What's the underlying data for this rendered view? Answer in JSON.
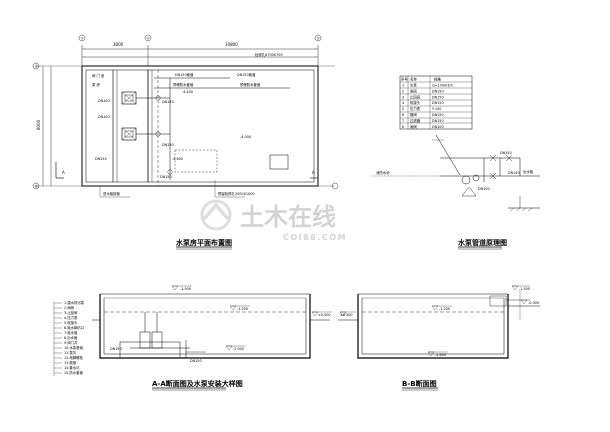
{
  "titles": {
    "plan": "水泵房平面布置图",
    "schematic": "水泵管道原理图",
    "section_aa": "A-A断面图及水泵安装大样图",
    "section_bb": "B-B断面图"
  },
  "plan": {
    "dims_top": [
      "3000",
      "10800"
    ],
    "overall_dim_top": "",
    "dim_left": "8000",
    "dn100_labels": [
      "DN100",
      "DN100"
    ],
    "dn150_labels": [
      "DN150",
      "DN150",
      "DN150"
    ],
    "dn150_bot": "DN150",
    "dn150_top_labels": [
      "DN150管道",
      "DN150管道"
    ],
    "elev_labels": [
      "-4.400",
      "-4.000",
      "-4.600"
    ],
    "pipe_notes": [
      "预埋防水套管",
      "预埋防水套管"
    ],
    "hatch_note": "检修孔6700X700",
    "valve_room": "阀 门 室",
    "pump_room": "泵 房",
    "bottom_note": "预留检修孔2000X1000",
    "side_note": "进水管接管",
    "axis_labels": [
      "A",
      "A"
    ],
    "grid_bubbles": [
      "①",
      "②",
      "③",
      "Ⓐ",
      "Ⓑ"
    ]
  },
  "schematic": {
    "table_header": [
      "序号",
      "名称",
      "规格"
    ],
    "table_rows": [
      [
        "1",
        "水泵",
        "Q=100m3/h"
      ],
      [
        "2",
        "闸阀",
        "DN150"
      ],
      [
        "3",
        "止回阀",
        "DN150"
      ],
      [
        "4",
        "软接头",
        "DN150"
      ],
      [
        "5",
        "压力表",
        "Y-100"
      ],
      [
        "6",
        "蝶阀",
        "DN150"
      ],
      [
        "7",
        "过滤器",
        "DN150"
      ],
      [
        "8",
        "闸阀",
        "DN100"
      ]
    ],
    "labels": [
      "DN150",
      "DN150",
      "DN100"
    ],
    "left_label": "消防水池",
    "right_label": "出水管"
  },
  "section_aa": {
    "level_top": "-1.500",
    "level_mid": "-1.200",
    "level_bot": "-2.000",
    "level_right": "±0.000",
    "legend": [
      "1.潜水排污泵",
      "2.闸阀",
      "3.止回阀",
      "4.压力表",
      "5.软接头",
      "6.吸水喇叭口",
      "7.吸水管",
      "8.出水管",
      "9.阀门井",
      "10.水泵基础",
      "11.泵坑",
      "12.地脚螺栓",
      "13.爬梯",
      "14.集水坑",
      "15.防水套管"
    ],
    "pipe_labels": [
      "DN150",
      "DN150"
    ]
  },
  "section_bb": {
    "level_left": "±0.000",
    "level_mid": "-1.200",
    "level_bot": "-2.600",
    "level_right_top": "-1.500",
    "level_right": "-0.300"
  },
  "watermark": {
    "main": "土木在线",
    "sub": "COI88.COM"
  },
  "colors": {
    "line": "#000000",
    "watermark": "#b0b0b0",
    "watermark_icon": "#c4c4c4"
  }
}
